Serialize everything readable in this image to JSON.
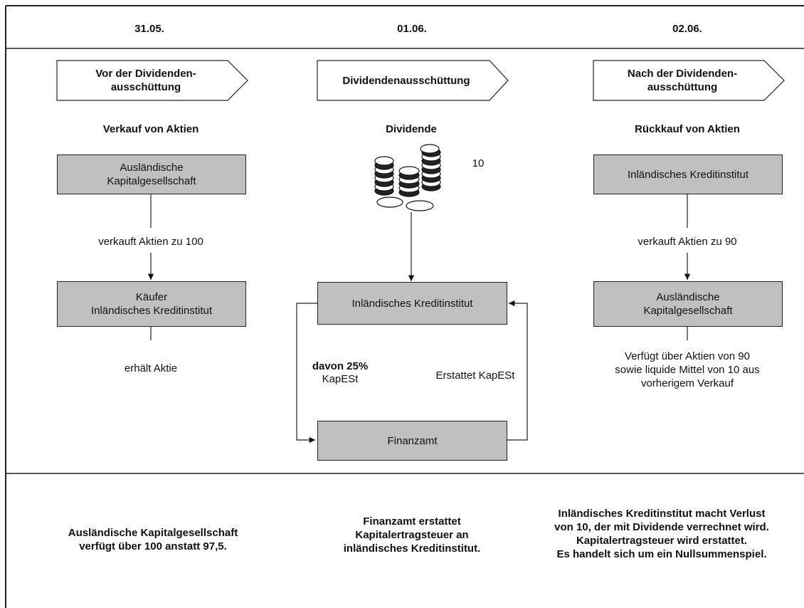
{
  "columns": [
    {
      "date": "31.05.",
      "phase": "Vor der Dividenden-\nausschüttung",
      "heading": "Verkauf von Aktien",
      "box_top": "Ausländische\nKapitalgesellschaft",
      "arrow_label": "verkauft Aktien zu 100",
      "box_bottom": "Käufer\nInländisches Kreditinstitut",
      "note": "erhält Aktie",
      "footer": "Ausländische Kapitalgesellschaft\nverfügt über 100 anstatt 97,5."
    },
    {
      "date": "01.06.",
      "phase": "Dividendenausschüttung",
      "heading": "Dividende",
      "coin_value": "10",
      "box_top": "Inländisches Kreditinstitut",
      "left_label_bold": "davon 25%",
      "left_label": "KapESt",
      "right_label": "Erstattet KapESt",
      "box_bottom": "Finanzamt",
      "footer": "Finanzamt erstattet\nKapitalertragsteuer an\ninländisches Kreditinstitut."
    },
    {
      "date": "02.06.",
      "phase": "Nach der Dividenden-\nausschüttung",
      "heading": "Rückkauf von Aktien",
      "box_top": "Inländisches Kreditinstitut",
      "arrow_label": "verkauft Aktien zu 90",
      "box_bottom": "Ausländische\nKapitalgesellschaft",
      "note": "Verfügt über Aktien von 90\nsowie liquide Mittel von 10 aus\nvorherigem Verkauf",
      "footer": "Inländisches Kreditinstitut macht Verlust\nvon 10, der mit Dividende verrechnet wird.\nKapitalertragsteuer wird erstattet.\nEs handelt sich um ein Nullsummenspiel."
    }
  ],
  "icons": {
    "coins": "coins-stack-icon"
  },
  "colors": {
    "box_fill": "#c0c0c0",
    "line": "#222222"
  }
}
